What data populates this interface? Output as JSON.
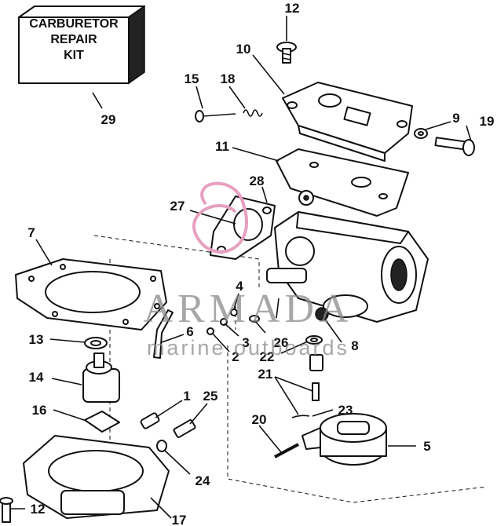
{
  "kit_box": {
    "line1": "CARBURETOR",
    "line2": "REPAIR",
    "line3": "KIT"
  },
  "watermark": {
    "brand": "ARMADA",
    "tagline": "marine outboards",
    "accent_color": "#e8a0c0"
  },
  "callouts": [
    {
      "id": "c12a",
      "text": "12"
    },
    {
      "id": "c10",
      "text": "10"
    },
    {
      "id": "c15",
      "text": "15"
    },
    {
      "id": "c18",
      "text": "18"
    },
    {
      "id": "c29",
      "text": "29"
    },
    {
      "id": "c9",
      "text": "9"
    },
    {
      "id": "c19",
      "text": "19"
    },
    {
      "id": "c11",
      "text": "11"
    },
    {
      "id": "c28",
      "text": "28"
    },
    {
      "id": "c27",
      "text": "27"
    },
    {
      "id": "c7",
      "text": "7"
    },
    {
      "id": "c4",
      "text": "4"
    },
    {
      "id": "c6",
      "text": "6"
    },
    {
      "id": "c13",
      "text": "13"
    },
    {
      "id": "c3",
      "text": "3"
    },
    {
      "id": "c26",
      "text": "26"
    },
    {
      "id": "c8",
      "text": "8"
    },
    {
      "id": "c2",
      "text": "2"
    },
    {
      "id": "c22",
      "text": "22"
    },
    {
      "id": "c14",
      "text": "14"
    },
    {
      "id": "c21",
      "text": "21"
    },
    {
      "id": "c1",
      "text": "1"
    },
    {
      "id": "c25",
      "text": "25"
    },
    {
      "id": "c16",
      "text": "16"
    },
    {
      "id": "c23",
      "text": "23"
    },
    {
      "id": "c20",
      "text": "20"
    },
    {
      "id": "c5",
      "text": "5"
    },
    {
      "id": "c24",
      "text": "24"
    },
    {
      "id": "c12b",
      "text": "12"
    },
    {
      "id": "c17",
      "text": "17"
    }
  ]
}
